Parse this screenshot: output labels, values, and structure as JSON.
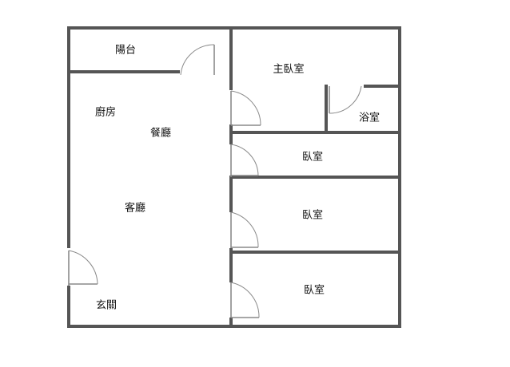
{
  "rooms": {
    "balcony": "陽台",
    "master_bedroom": "主臥室",
    "kitchen": "廚房",
    "dining": "餐廳",
    "bathroom": "浴室",
    "bedroom_1": "臥室",
    "living": "客廳",
    "bedroom_2": "臥室",
    "entrance": "玄關",
    "bedroom_3": "臥室"
  },
  "colors": {
    "wall": "#555555",
    "door": "#8a8a8a",
    "text": "#111111"
  }
}
